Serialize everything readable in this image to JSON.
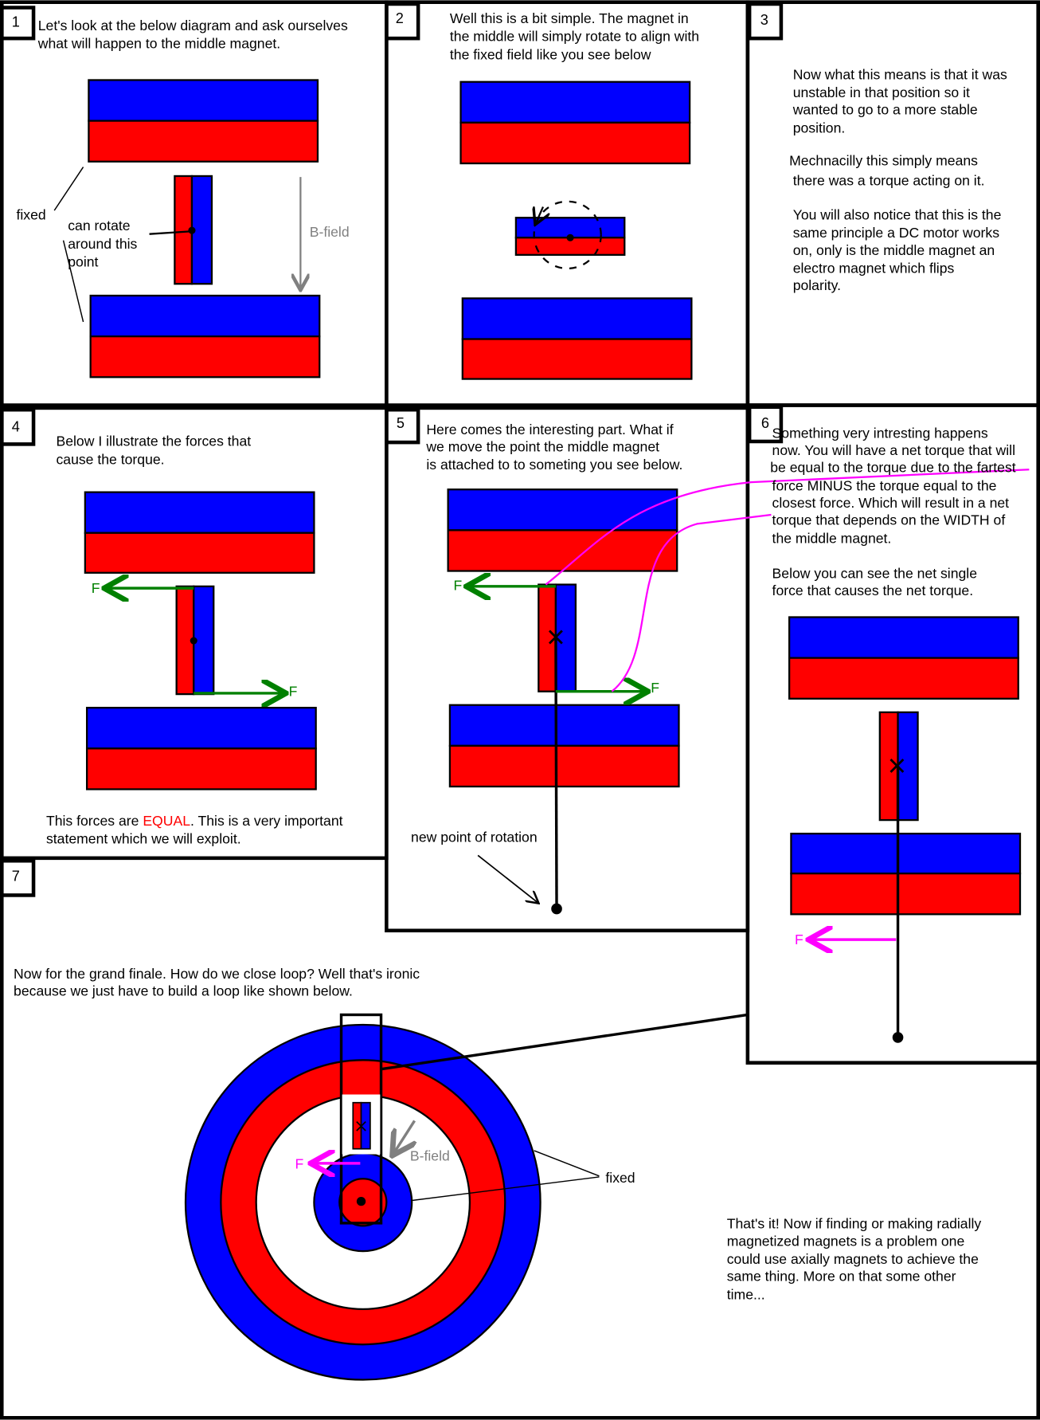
{
  "panels": {
    "p1": {
      "number": "1",
      "text": [
        "Let's look at the below diagram and ask ourselves",
        "what will happen to the middle magnet."
      ],
      "fixed_label": "fixed",
      "rotate_label": [
        "can rotate",
        "around this",
        "point"
      ],
      "bfield_label": "B-field"
    },
    "p2": {
      "number": "2",
      "text": [
        "Well this is a bit simple. The magnet in",
        "the middle will simply rotate to align with",
        "the fixed field like you see below"
      ]
    },
    "p3": {
      "number": "3",
      "text": [
        "Now what this means is that it was",
        "unstable in that position so it",
        "wanted to go to a more stable",
        "position.",
        "Mechnacilly this simply means",
        "there was a torque acting on it.",
        "You will also notice that this is the",
        "same principle a DC motor works",
        "on, only is the middle magnet an",
        "electro magnet which flips",
        "polarity."
      ]
    },
    "p4": {
      "number": "4",
      "text": [
        "Below I illustrate the forces that",
        "cause the torque."
      ],
      "force_label": "F",
      "bottom_prefix": "This forces are ",
      "bottom_emph": "EQUAL",
      "bottom_suffix": ". This is a very important",
      "bottom_line2": "statement which we will exploit."
    },
    "p5": {
      "number": "5",
      "text": [
        "Here comes the interesting part. What if",
        "we move the point the middle magnet",
        "is attached to to someting you see below."
      ],
      "force_label": "F",
      "rotation_label": "new point of rotation"
    },
    "p6": {
      "number": "6",
      "text": [
        "Something very intresting happens",
        "now. You will have a net torque that will",
        "be equal to the torque due to the fartest",
        "force MINUS the torque equal to the",
        "closest force. Which will result in a net",
        "torque that depends on the WIDTH of",
        "the middle magnet.",
        "Below you can see the net single",
        "force that causes the net torque."
      ],
      "force_label": "F"
    },
    "p7": {
      "number": "7",
      "text": [
        "Now for the grand finale. How do we close loop? Well that's ironic",
        "because we just have to build a loop like shown below."
      ],
      "force_label": "F",
      "bfield_label": "B-field",
      "fixed_label": "fixed",
      "closing": [
        "That's it! Now if finding or making radially",
        "magnetized magnets is a problem one",
        "could use axially magnets to achieve the",
        "same thing. More on that some other",
        "time..."
      ]
    }
  },
  "colors": {
    "north": "#0000ff",
    "south": "#ff0000",
    "force": "#008000",
    "net_force": "#ff00ff",
    "field": "#808080"
  }
}
